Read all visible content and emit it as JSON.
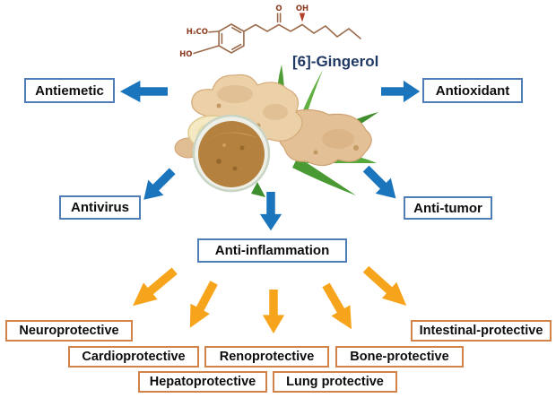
{
  "compound": {
    "name_label": "[6]-Gingerol"
  },
  "molecule": {
    "methoxy_label": "H₃CO",
    "ring_hydroxy_label": "HO",
    "ketone_label": "O",
    "chain_hydroxy_label": "OH"
  },
  "core_effects": [
    {
      "id": "antiemetic",
      "label": "Antiemetic"
    },
    {
      "id": "antioxidant",
      "label": "Antioxidant"
    },
    {
      "id": "antivirus",
      "label": "Antivirus"
    },
    {
      "id": "anti-tumor",
      "label": "Anti-tumor"
    },
    {
      "id": "anti-inflammation",
      "label": "Anti-inflammation"
    }
  ],
  "protective_effects": [
    {
      "id": "neuroprotective",
      "label": "Neuroprotective"
    },
    {
      "id": "cardioprotective",
      "label": "Cardioprotective"
    },
    {
      "id": "hepatoprotective",
      "label": "Hepatoprotective"
    },
    {
      "id": "renoprotective",
      "label": "Renoprotective"
    },
    {
      "id": "lung-protective",
      "label": "Lung protective"
    },
    {
      "id": "bone-protective",
      "label": "Bone-protective"
    },
    {
      "id": "intestinal-protective",
      "label": "Intestinal-protective"
    }
  ],
  "colors": {
    "blue_arrow": "#1b75bc",
    "blue_box_border": "#4f7db8",
    "yellow_arrow": "#f7a41d",
    "orange_box_border": "#d2834a",
    "compound_label_navy": "#1f3864",
    "bond_brown": "#9b6a4a",
    "atom_label_red": "#8b3a1f"
  }
}
